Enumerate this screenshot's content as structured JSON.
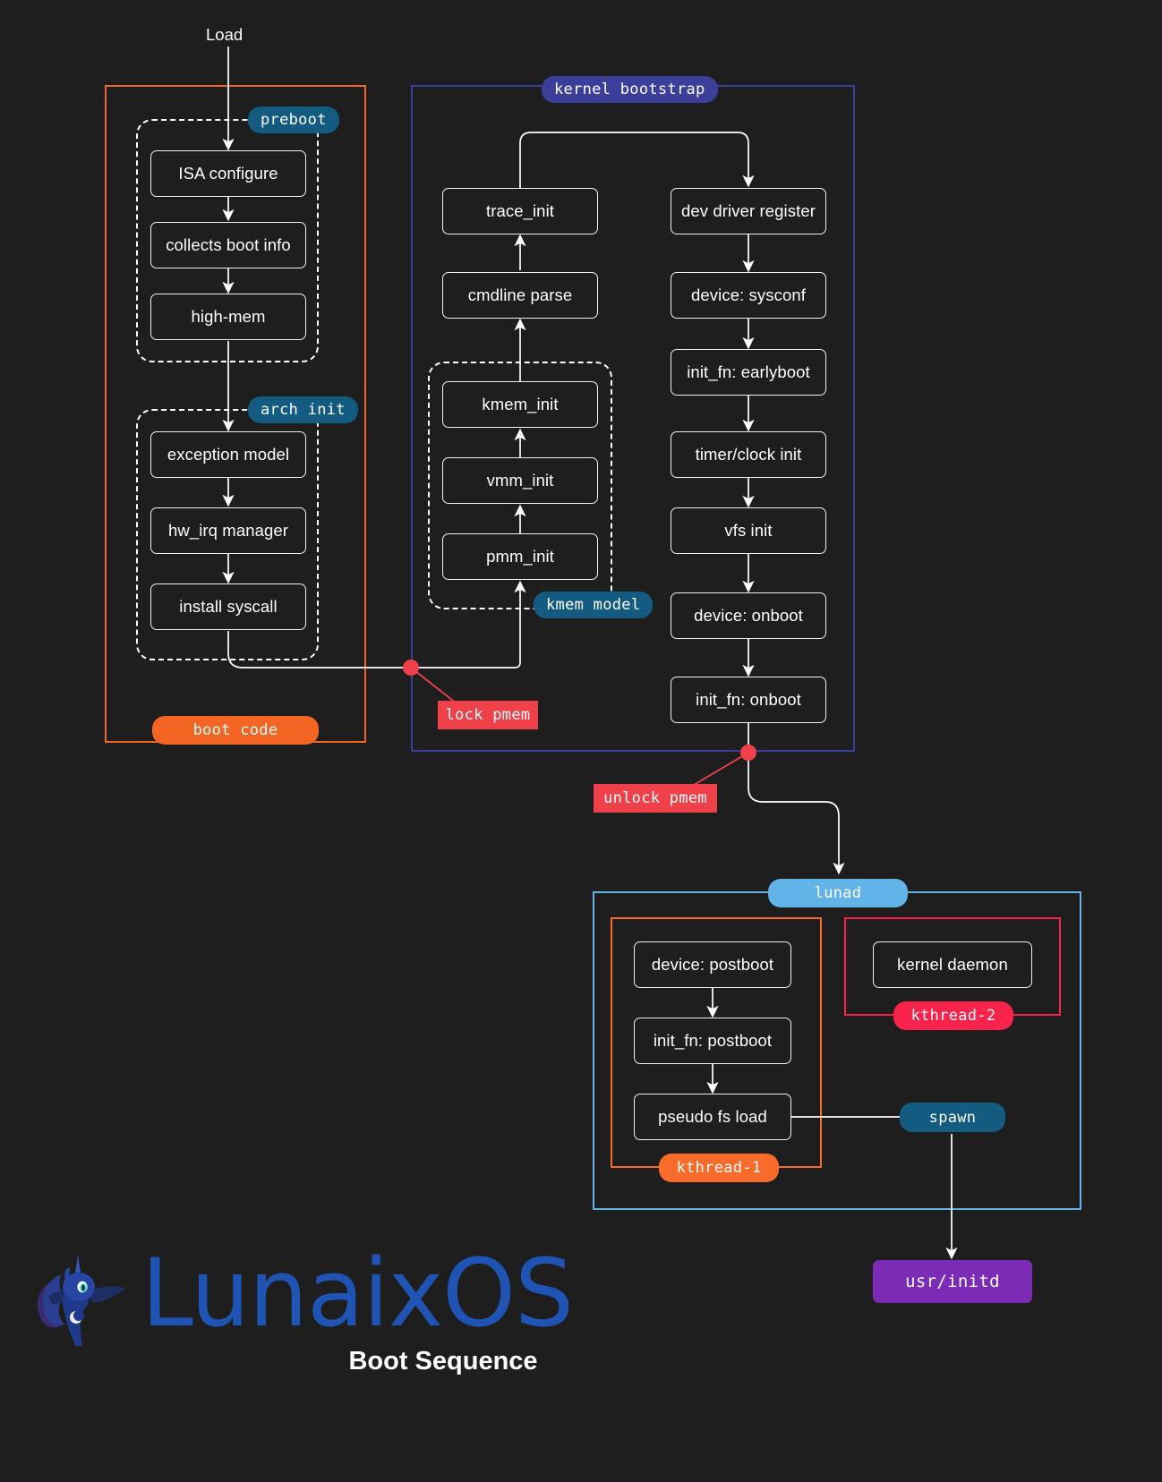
{
  "diagram": {
    "title": "Boot Sequence",
    "brand": "LunaixOS",
    "entry_label": "Load"
  },
  "colors": {
    "background": "#1e1e1e",
    "node_border": "#f2f2f2",
    "boot_code": "#f26522",
    "kernel_bootstrap": "#3b3f99",
    "stage_tag": "#135b80",
    "lock_red": "#f0404a",
    "lunad_blue": "#62b4e8",
    "kthread1_orange": "#f96b2a",
    "kthread2_pink": "#f9234c",
    "initd_purple": "#7b2bb5",
    "logo_blue": "#1f54b5"
  },
  "groups": {
    "boot_code": {
      "label": "boot code"
    },
    "kernel_bootstrap": {
      "label": "kernel bootstrap"
    },
    "preboot": {
      "label": "preboot"
    },
    "arch_init": {
      "label": "arch init"
    },
    "kmem_model": {
      "label": "kmem model"
    },
    "lunad": {
      "label": "lunad"
    },
    "kthread1": {
      "label": "kthread-1"
    },
    "kthread2": {
      "label": "kthread-2"
    }
  },
  "markers": {
    "lock_pmem": "lock pmem",
    "unlock_pmem": "unlock pmem",
    "spawn": "spawn",
    "usr_initd": "usr/initd"
  },
  "nodes": {
    "isa_configure": "ISA configure",
    "collects_boot_info": "collects boot info",
    "high_mem": "high-mem",
    "exception_model": "exception model",
    "hw_irq_manager": "hw_irq manager",
    "install_syscall": "install syscall",
    "trace_init": "trace_init",
    "cmdline_parse": "cmdline parse",
    "kmem_init": "kmem_init",
    "vmm_init": "vmm_init",
    "pmm_init": "pmm_init",
    "dev_driver_register": "dev driver register",
    "device_sysconf": "device: sysconf",
    "init_fn_earlyboot": "init_fn: earlyboot",
    "timer_clock_init": "timer/clock init",
    "vfs_init": "vfs init",
    "device_onboot": "device: onboot",
    "init_fn_onboot": "init_fn: onboot",
    "device_postboot": "device: postboot",
    "init_fn_postboot": "init_fn: postboot",
    "pseudo_fs_load": "pseudo fs load",
    "kernel_daemon": "kernel daemon"
  }
}
